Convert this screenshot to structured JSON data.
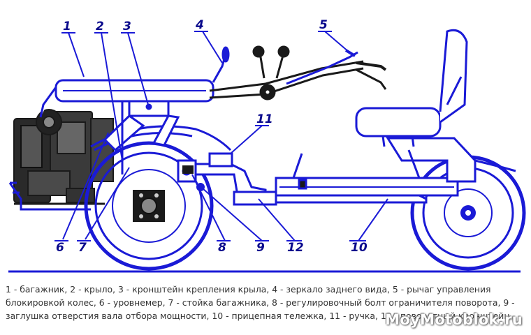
{
  "figure": {
    "callouts": [
      {
        "id": "c1",
        "text": "1"
      },
      {
        "id": "c2",
        "text": "2"
      },
      {
        "id": "c3",
        "text": "3"
      },
      {
        "id": "c4",
        "text": "4"
      },
      {
        "id": "c5",
        "text": "5"
      },
      {
        "id": "c6",
        "text": "6"
      },
      {
        "id": "c7",
        "text": "7"
      },
      {
        "id": "c8",
        "text": "8"
      },
      {
        "id": "c9",
        "text": "9"
      },
      {
        "id": "c10",
        "text": "10"
      },
      {
        "id": "c11",
        "text": "11"
      },
      {
        "id": "c12",
        "text": "12"
      }
    ],
    "colors": {
      "line": "#1a1ad6",
      "engine": "#1a1a1a",
      "callout": "#0a0a8c"
    }
  },
  "caption": "1 - багажник, 2 - крыло, 3 - кронштейн крепления крыла, 4 - зеркало заднего вида, 5 - рычаг управления блокировкой колес, 6 - уровнемер, 7 - стойка багажника, 8 - регулировочный болт ограничителя поворота, 9 - заглушка отверстия вала отбора мощности, 10 - прицепная тележка, 11 - ручка, 12 - поворотный кронштейн.",
  "watermark": "MoyMotoblok.ru"
}
